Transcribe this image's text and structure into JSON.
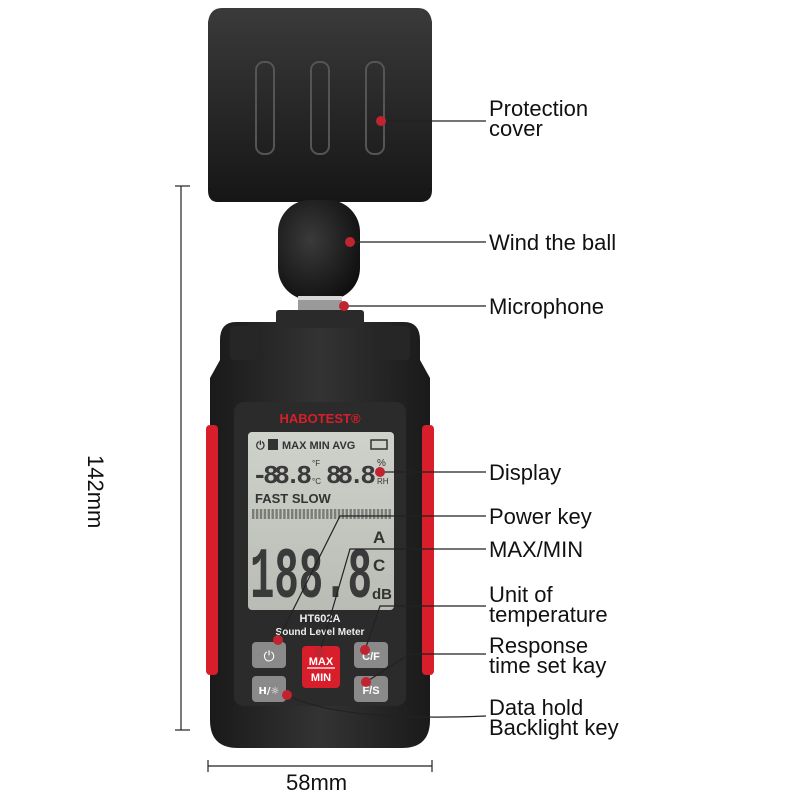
{
  "device": {
    "brand": "HABOTEST®",
    "model": "HT602A",
    "subtitle": "Sound Level Meter",
    "lcd": {
      "status_row": "MAX MIN AVG",
      "temp_digits": "-88.8",
      "hum_digits": "88.8",
      "speed_row": "FAST SLOW",
      "main_digits": "188.8",
      "weighting_a": "A",
      "weighting_c": "C",
      "unit_db": "dB",
      "unit_percent": "%",
      "unit_rh": "RH",
      "unit_f": "°F",
      "unit_c": "°C"
    },
    "keys": {
      "max_top": "MAX",
      "max_bottom": "MIN",
      "cf": "C/F",
      "fs": "F/S",
      "hold": "H/☼"
    }
  },
  "callouts": {
    "protection_cover": "Protection\ncover",
    "wind_ball": "Wind the ball",
    "microphone": "Microphone",
    "display": "Display",
    "power_key": "Power key",
    "max_min": "MAX/MIN",
    "unit_temp": "Unit of\ntemperature",
    "response": "Response\ntime set kay",
    "data_hold": "Data hold\nBacklight key"
  },
  "dimensions": {
    "height": "142mm",
    "width": "58mm"
  },
  "colors": {
    "accent_red": "#d81e2a",
    "body_black": "#1c1c1c",
    "lcd_bg": "#c9cbc5"
  }
}
